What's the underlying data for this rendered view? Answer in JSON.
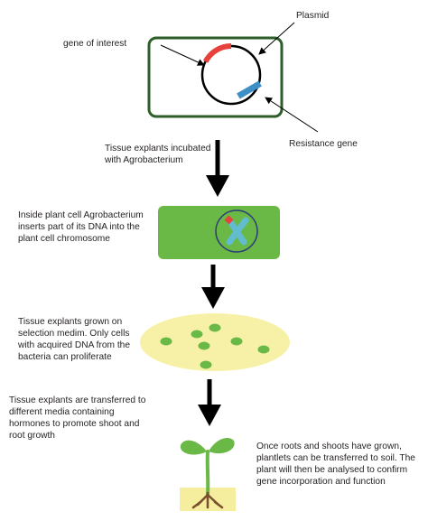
{
  "labels": {
    "plasmid": "Plasmid",
    "gene_of_interest": "gene of interest",
    "resistance_gene": "Resistance gene"
  },
  "steps": [
    {
      "text": "Tissue explants incubated\nwith Agrobacterium"
    },
    {
      "text": "Inside plant cell Agrobacterium\ninserts part of its DNA into the\nplant cell chromosome"
    },
    {
      "text": "Tissue explants grown on\nselection medim. Only cells\nwith acquired DNA from the\nbacteria can proliferate"
    },
    {
      "text": "Tissue explants are transferred to\ndifferent media containing\nhormones to promote shoot and\nroot growth"
    },
    {
      "text": "Once roots and shoots have grown,\nplantlets can be transferred to soil. The\nplant will then be analysed to confirm\ngene incorporation and function"
    }
  ],
  "colors": {
    "cell_outline": "#2e5e2a",
    "plant_green": "#6ab845",
    "dish_yellow": "#f7f1a7",
    "gene_red": "#e8413c",
    "resistance_blue": "#3e8fc6",
    "chromosome_blue": "#61bccf",
    "nucleus_outline": "#2c3d7a",
    "soil_yellow": "#f4ee9e",
    "root_brown": "#7a4f2c",
    "arrow_black": "#000000"
  }
}
